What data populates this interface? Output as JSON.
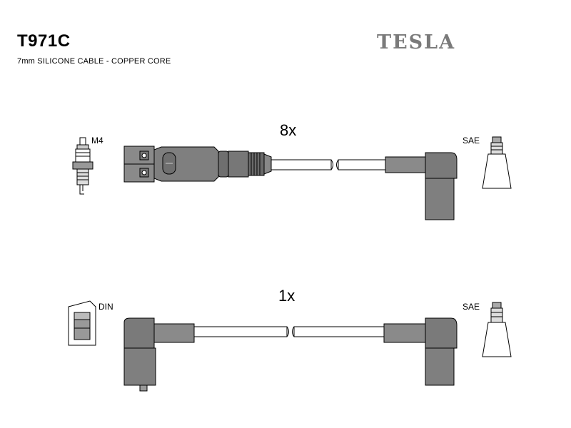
{
  "header": {
    "part_number": "T971C",
    "subtitle": "7mm SILICONE CABLE - COPPER CORE",
    "brand": "TESLA"
  },
  "cable_top": {
    "quantity": "8x",
    "left_label": "M4",
    "right_label": "SAE"
  },
  "cable_bottom": {
    "quantity": "1x",
    "left_label": "DIN",
    "right_label": "SAE"
  },
  "colors": {
    "boot_gray": "#7f7f7f",
    "boot_dark": "#5f5f5f",
    "outline": "#000000",
    "brand_gray": "#7a7a7a"
  }
}
